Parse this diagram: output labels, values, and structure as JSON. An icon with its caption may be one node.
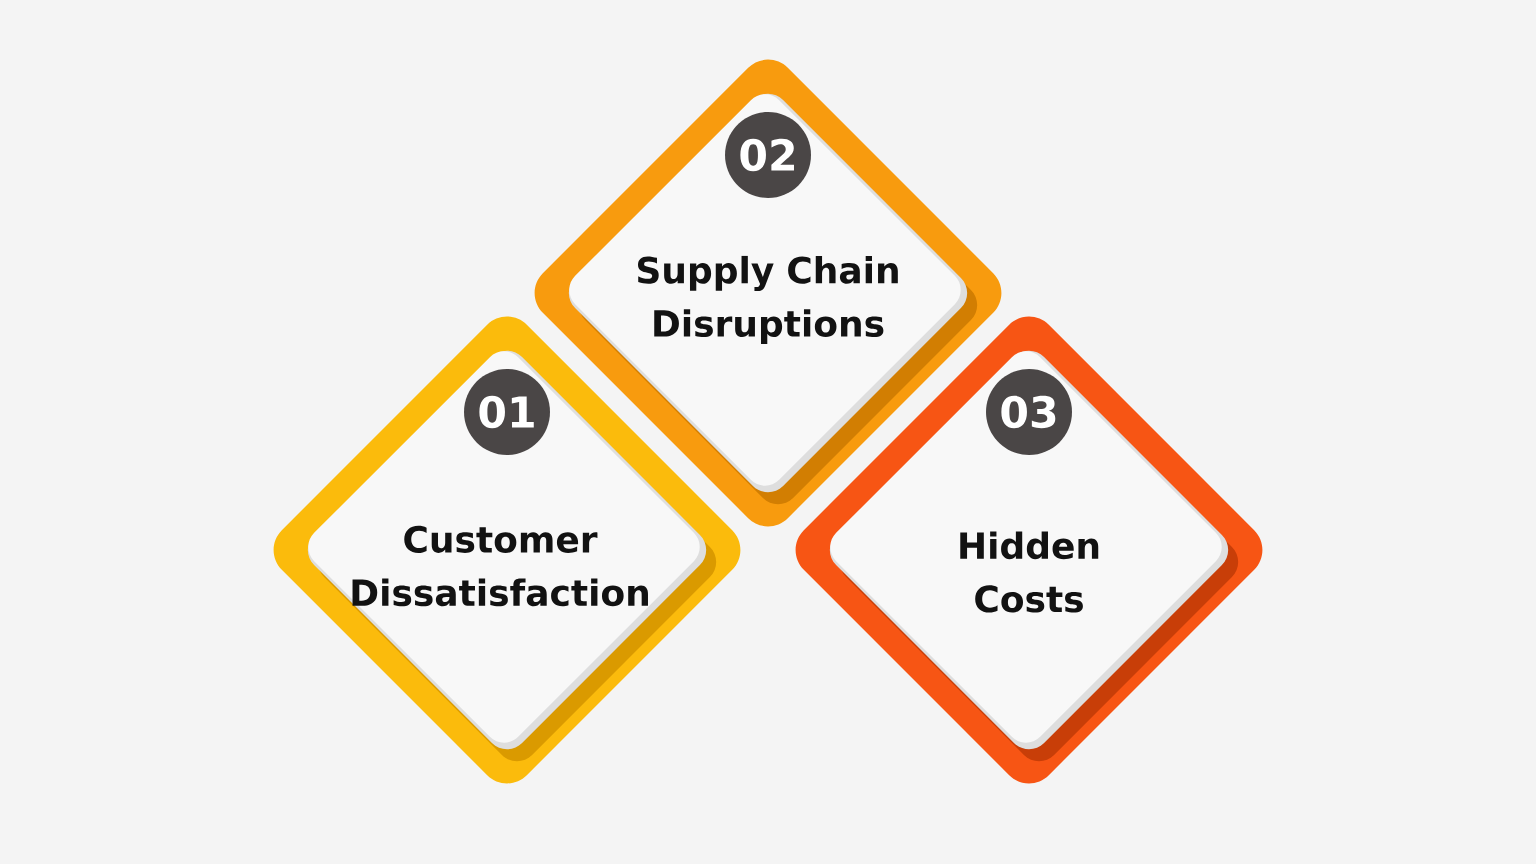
{
  "diagram": {
    "nodes": [
      {
        "text": [
          "Customer Dissatisfaction"
        ]
      },
      {
        "text": [
          "01"
        ],
        "in": 0
      },
      {
        "text": [
          "Supply Chain Disruptions"
        ]
      },
      {
        "text": [
          "02"
        ],
        "in": 2
      },
      {
        "text": [
          "Hidden Costs"
        ]
      },
      {
        "text": [
          "03"
        ],
        "in": 4
      }
    ]
  }
}
